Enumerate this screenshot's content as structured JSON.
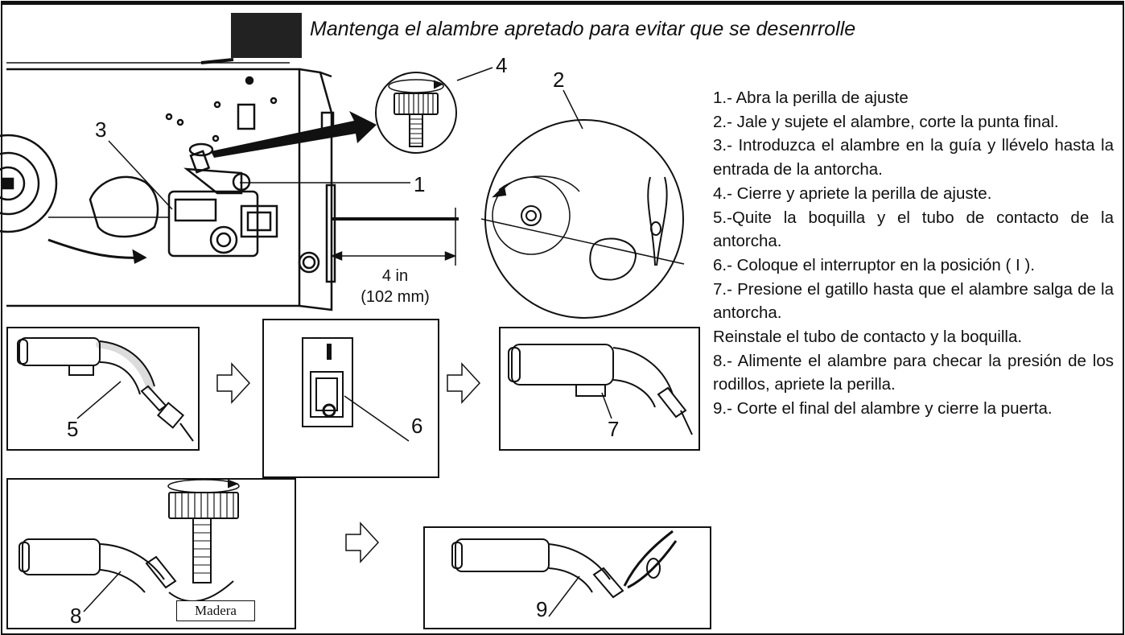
{
  "header": {
    "text": "Mantenga el alambre apretado para evitar que se desenrrolle",
    "icon": "hand-pinch-icon"
  },
  "diagram": {
    "callouts": [
      "1",
      "2",
      "3",
      "4",
      "5",
      "6",
      "7",
      "8",
      "9"
    ],
    "dimension": {
      "inches": "4 in",
      "mm": "(102 mm)"
    },
    "switch_symbols": {
      "on": "I",
      "off": "O"
    },
    "madera_label": "Madera"
  },
  "instructions": [
    "1.- Abra la perilla de ajuste",
    "2.- Jale y sujete el alambre, corte la punta final.",
    "3.- Introduzca el alambre en la guía y llévelo hasta la entrada de la antorcha.",
    "4.- Cierre y apriete la perilla de ajuste.",
    "5.-Quite la boquilla y el tubo de contacto de la antorcha.",
    "6.- Coloque el interruptor en la posición ( I ).",
    "7.- Presione el gatillo hasta que el alambre salga de la antorcha.",
    "Reinstale el tubo de contacto y la boquilla.",
    "8.- Alimente el alambre para checar la presión de los rodillos, apriete la perilla.",
    "9.- Corte el final del alambre y cierre la puerta."
  ]
}
